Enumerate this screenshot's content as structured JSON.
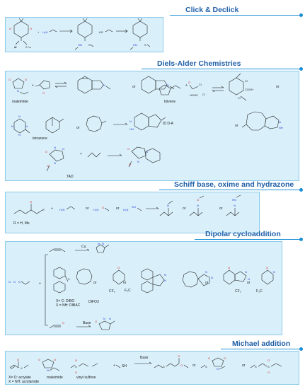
{
  "sections": {
    "click": {
      "title": "Click & Declick"
    },
    "diels": {
      "title": "Diels-Alder Chemistries",
      "labels": {
        "maleimide": "maleimide",
        "fulvene": "fulvene",
        "tetrazene": "tetrazene",
        "tad": "TAD",
        "iedda": "ID D-A",
        "or1": "or",
        "or2": "or",
        "or3": "or",
        "or4": "or",
        "plus1": "+",
        "plus2": "+",
        "plus3": "+"
      }
    },
    "schiff": {
      "title": "Schiff base, oxime and hydrazone",
      "labels": {
        "r_def": "R = H, Me",
        "plus": "+",
        "or1": "or",
        "or2": "or",
        "or3": "or",
        "or4": "or"
      }
    },
    "dipolar": {
      "title": "Dipolar cycloaddition",
      "labels": {
        "cu": "Cu",
        "base": "Base",
        "xc_dibo": "X= C: DIBO",
        "xn_dibac": "X = NH: DIBAC",
        "difo3": "DIFO3",
        "plus": "+",
        "or1": "or",
        "or2": "or",
        "or3": "or",
        "or4": "or",
        "cf3a": "CF₃",
        "cf3b": "F₃C",
        "cf3c": "CF₃",
        "cf3d": "F₃C"
      }
    },
    "michael": {
      "title": "Michael addition",
      "labels": {
        "x_acrylate": "X= O: acrylate",
        "x_acrylamide": "X = NH: acrylamide",
        "maleimide": "maleimide",
        "vinyl_sulfone": "vinyl sulfone",
        "base": "Base",
        "sh": "SH",
        "plus": "+",
        "or1": "or",
        "or2": "or"
      }
    }
  },
  "colors": {
    "title": "#1f5fa8",
    "rule": "#1a8fd6",
    "panel_fill": "#d9f0fb",
    "panel_border": "#8cc9e8"
  }
}
